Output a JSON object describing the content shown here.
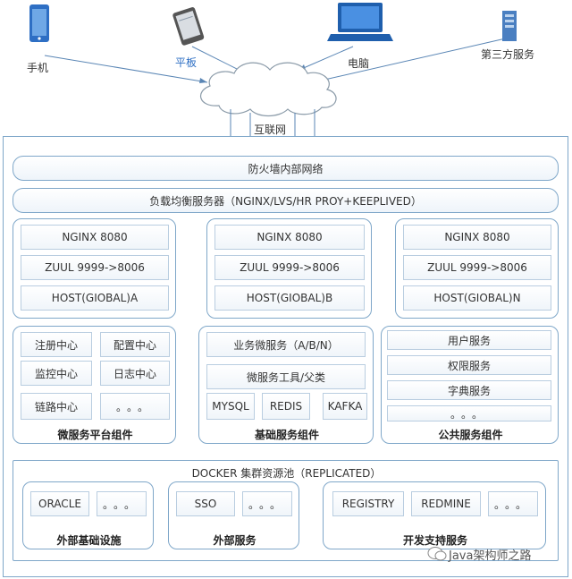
{
  "devices": {
    "phone": "手机",
    "tablet": "平板",
    "pc": "电脑",
    "third_party": "第三方服务"
  },
  "internet": "互联网",
  "firewall": "防火墙内部网络",
  "load_balancer": "负载均衡服务器（NGINX/LVS/HR PROY+KEEPLIVED）",
  "gateway_clusters": [
    {
      "nginx": "NGINX 8080",
      "zuul": "ZUUL 9999->8006",
      "host": "HOST(GIOBAL)A"
    },
    {
      "nginx": "NGINX 8080",
      "zuul": "ZUUL 9999->8006",
      "host": "HOST(GIOBAL)B"
    },
    {
      "nginx": "NGINX 8080",
      "zuul": "ZUUL 9999->8006",
      "host": "HOST(GIOBAL)N"
    }
  ],
  "micro_platform": {
    "items": [
      "注册中心",
      "配置中心",
      "监控中心",
      "日志中心",
      "链路中心",
      "。。。"
    ],
    "caption": "微服务平台组件"
  },
  "base_services": {
    "biz": "业务微服务（A/B/N）",
    "tools": "微服务工具/父类",
    "mysql": "MYSQL",
    "redis": "REDIS",
    "kafka": "KAFKA",
    "caption": "基础服务组件"
  },
  "public_services": {
    "items": [
      "用户服务",
      "权限服务",
      "字典服务",
      "。。。"
    ],
    "caption": "公共服务组件"
  },
  "docker": {
    "title": "DOCKER 集群资源池（REPLICATED）",
    "infra": {
      "items": [
        "ORACLE",
        "。。。"
      ],
      "caption": "外部基础设施"
    },
    "external": {
      "items": [
        "SSO",
        "。。。"
      ],
      "caption": "外部服务"
    },
    "devsupport": {
      "items": [
        "REGISTRY",
        "REDMINE",
        "。。。"
      ],
      "caption": "开发支持服务"
    }
  },
  "watermark": "Java架构师之路"
}
